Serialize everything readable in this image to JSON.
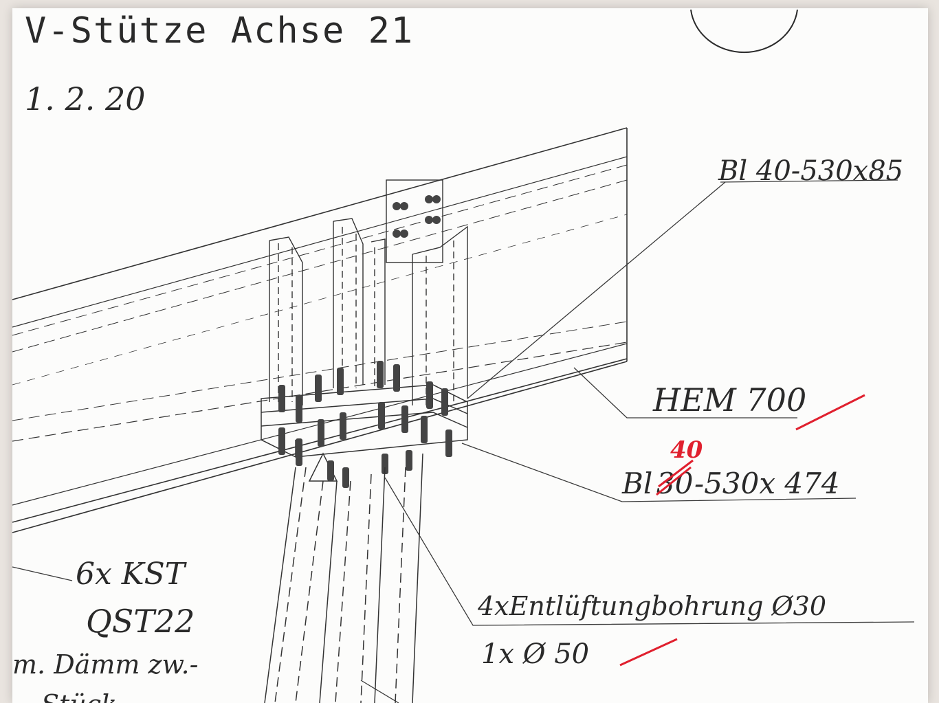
{
  "title": "V-Stütze Achse 21",
  "date": "1. 2. 20",
  "labels": {
    "plate_top": "Bl 40-530x85",
    "beam": "HEM 700",
    "plate_base_prefix": "Bl",
    "plate_base_old": "30",
    "plate_base_new": "40",
    "plate_base_suffix": "-530x 474",
    "bolts_line1": "6x KST",
    "bolts_line2": "QST22",
    "bolts_line3": "m. Dämm zw.-",
    "bolts_line4": "Stück",
    "vent_line1": "4xEntlüftungbohrung Ø30",
    "vent_line2": "1x Ø 50"
  },
  "colors": {
    "ink": "#2a2a2a",
    "pencil": "#3a3a3a",
    "correction": "#e0202e",
    "paper": "#fcfcfb"
  }
}
